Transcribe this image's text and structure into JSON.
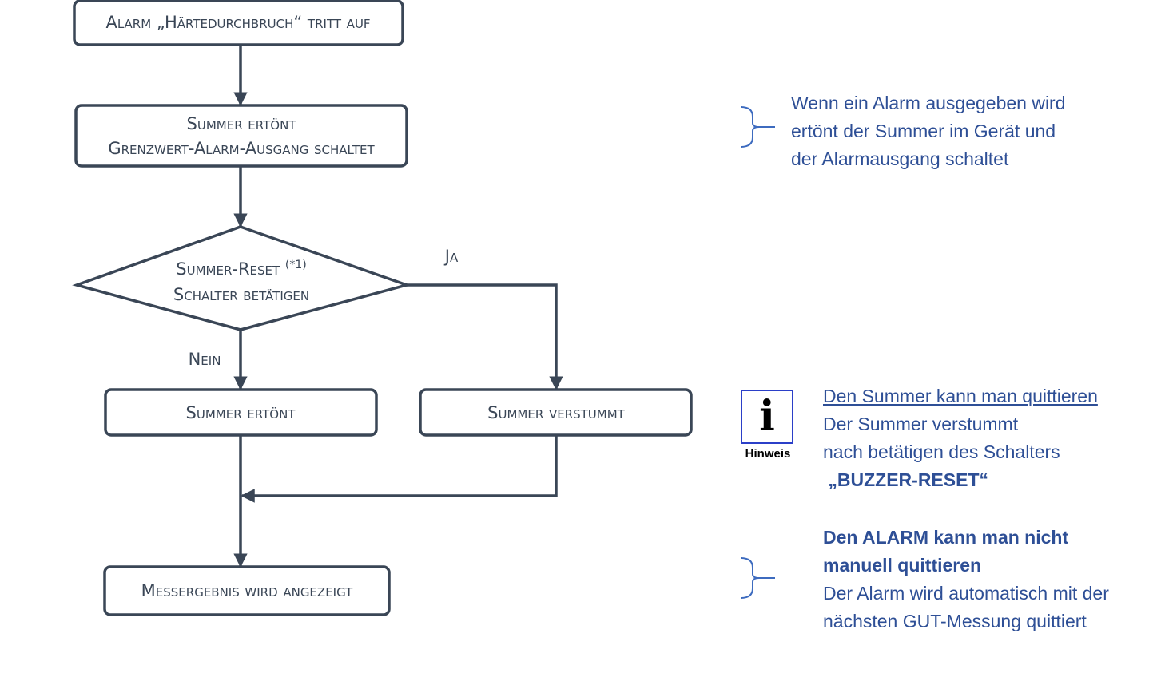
{
  "flowchart": {
    "start": "Alarm „Härtedurchbruch“ tritt auf",
    "step1_line1": "Summer ertönt",
    "step1_line2": "Grenzwert-Alarm-Ausgang schaltet",
    "decision_line1": "Summer-Reset ",
    "decision_sup": "(*1)",
    "decision_line2": "Schalter betätigen",
    "label_yes": "Ja",
    "label_no": "Nein",
    "no_branch": "Summer ertönt",
    "yes_branch": "Summer verstummt",
    "end": "Messergebnis wird angezeigt"
  },
  "notes": {
    "alarm": {
      "lines": [
        "Wenn ein Alarm ausgegeben wird",
        "ertönt der Summer im Gerät und",
        "der Alarmausgang schaltet"
      ]
    },
    "hint": {
      "icon": "info-icon",
      "icon_glyph": "i",
      "icon_label": "Hinweis",
      "title": "Den Summer kann man quittieren",
      "line1": "Der Summer verstummt",
      "line2": "nach betätigen des Schalters",
      "line3": " „BUZZER-RESET“"
    },
    "alarm_ack": {
      "bold1": "Den ALARM kann man nicht",
      "bold2": "manuell quittieren",
      "line1": "Der Alarm wird automatisch mit der",
      "line2": "nächsten GUT-Messung quittiert"
    }
  },
  "colors": {
    "flow": "#3a4656",
    "note": "#2e4f96",
    "icon_border": "#2b3fc8"
  }
}
